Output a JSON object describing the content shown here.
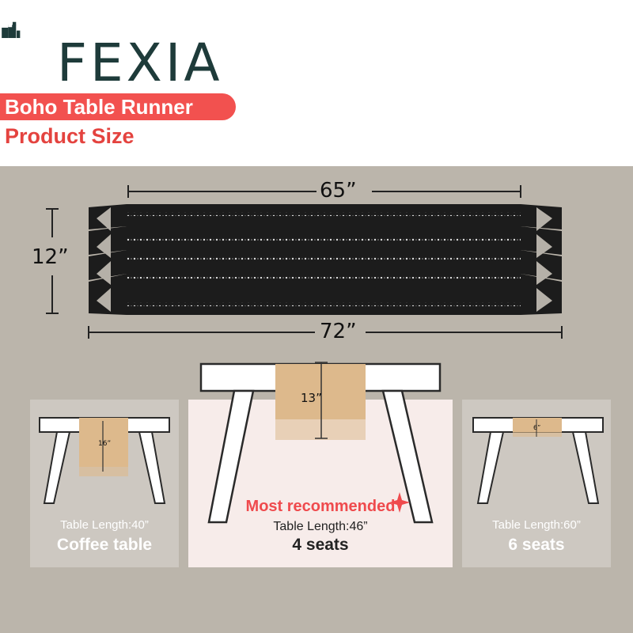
{
  "brand": {
    "name": "FEXIA",
    "primary_color": "#1e3b3a"
  },
  "badge": {
    "text": "Boho Table Runner",
    "color": "#f2514f"
  },
  "subtitle": "Product Size",
  "runner": {
    "color": "#1a1a1a",
    "inner_length": "65”",
    "total_length": "72”",
    "width": "12”"
  },
  "tables": [
    {
      "id": "coffee",
      "length_label": "Table Length:40”",
      "name": "Coffee table",
      "drop": "16”"
    },
    {
      "id": "four",
      "recommend": "Most recommended",
      "length_label": "Table Length:46”",
      "name": "4 seats",
      "drop": "13”"
    },
    {
      "id": "six",
      "length_label": "Table Length:60”",
      "name": "6 seats",
      "drop": "6”"
    }
  ],
  "colors": {
    "panel": "#bbb5ab",
    "card": "#cdc8c1",
    "card_center": "#f7ecea",
    "runner_tan": "#ddb98c",
    "accent": "#ef4a4d"
  }
}
